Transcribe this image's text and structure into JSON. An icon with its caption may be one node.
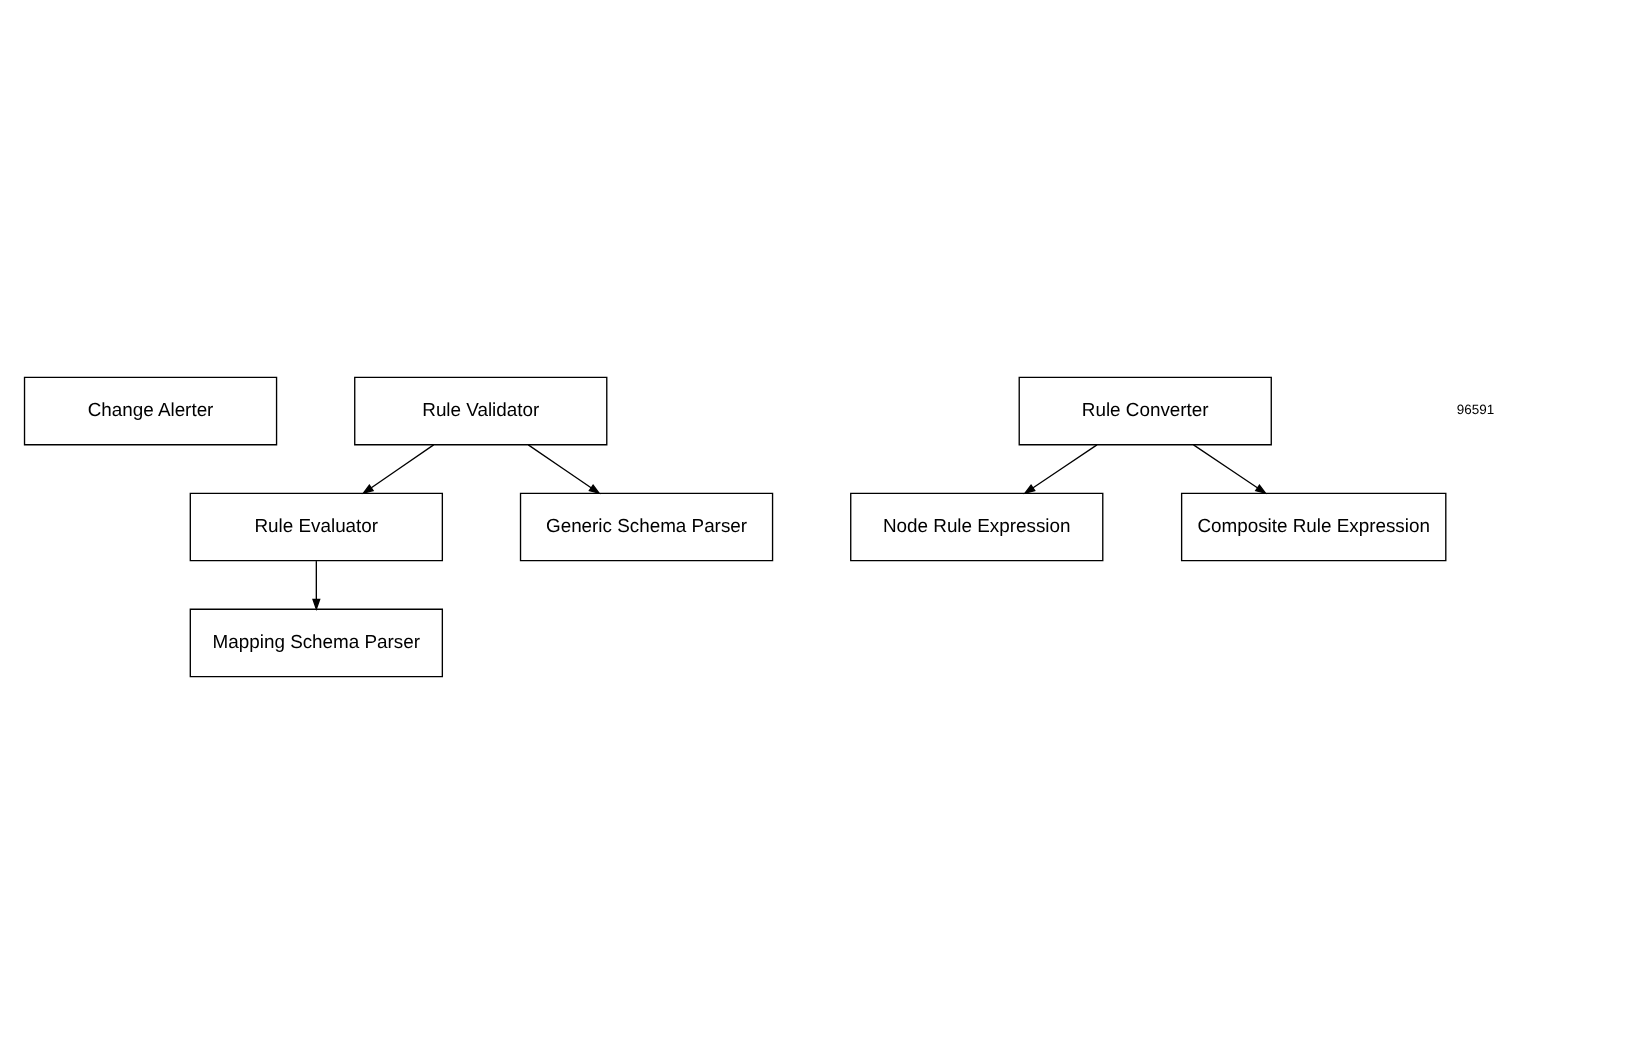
{
  "diagram": {
    "nodes": [
      {
        "text": [
          "Change Alerter"
        ]
      },
      {
        "text": [
          "Rule Validator"
        ]
      },
      {
        "text": [
          "Rule Evaluator"
        ]
      },
      {
        "text": [
          "Generic Schema Parser"
        ]
      },
      {
        "text": [
          "Mapping Schema Parser"
        ]
      },
      {
        "text": [
          "Rule Converter"
        ]
      },
      {
        "text": [
          "Node Rule Expression"
        ]
      },
      {
        "text": [
          "Composite Rule Expression"
        ]
      }
    ],
    "edges": [
      {
        "from": 1,
        "to": 2,
        "arrow": "to"
      },
      {
        "from": 1,
        "to": 3,
        "arrow": "to"
      },
      {
        "from": 2,
        "to": 4,
        "arrow": "to"
      },
      {
        "from": 5,
        "to": 6,
        "arrow": "to"
      },
      {
        "from": 5,
        "to": 7,
        "arrow": "to"
      }
    ],
    "labels": [
      "96591"
    ]
  }
}
